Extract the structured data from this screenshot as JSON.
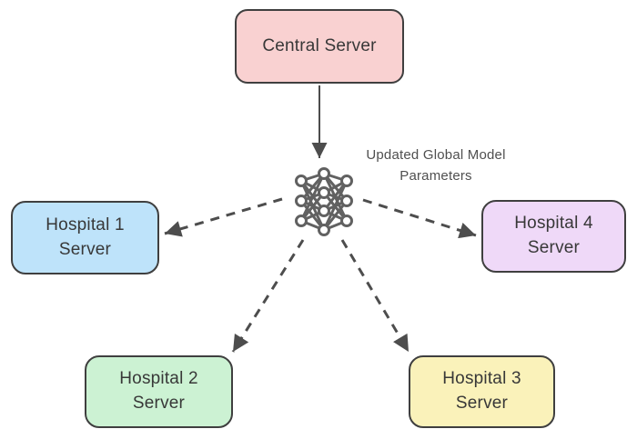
{
  "diagram": {
    "background": "#ffffff",
    "node_border_color": "#3f3f3f",
    "node_text_color": "#383838",
    "arrow_color": "#4d4d4d",
    "icon": {
      "name": "neural-network",
      "color": "#616161"
    },
    "annotation": {
      "line1": "Updated Global Model",
      "line2": "Parameters",
      "color": "#4f4f4f"
    },
    "nodes": [
      {
        "id": "central-server",
        "label": "Central Server",
        "fill": "#f9d1d1"
      },
      {
        "id": "hospital-1-server",
        "line1": "Hospital 1",
        "line2": "Server",
        "fill": "#bee3fa"
      },
      {
        "id": "hospital-2-server",
        "line1": "Hospital 2",
        "line2": "Server",
        "fill": "#ccf2d3"
      },
      {
        "id": "hospital-3-server",
        "line1": "Hospital 3",
        "line2": "Server",
        "fill": "#faf2ba"
      },
      {
        "id": "hospital-4-server",
        "line1": "Hospital 4",
        "line2": "Server",
        "fill": "#efd9f8"
      }
    ],
    "edges": [
      {
        "from": "central-server",
        "to": "global-model",
        "style": "solid"
      },
      {
        "from": "global-model",
        "to": "hospital-1-server",
        "style": "dashed"
      },
      {
        "from": "global-model",
        "to": "hospital-2-server",
        "style": "dashed"
      },
      {
        "from": "global-model",
        "to": "hospital-3-server",
        "style": "dashed"
      },
      {
        "from": "global-model",
        "to": "hospital-4-server",
        "style": "dashed"
      }
    ]
  }
}
